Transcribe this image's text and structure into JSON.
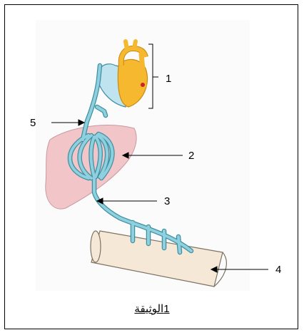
{
  "labels": {
    "l1": "1",
    "l2": "2",
    "l3": "3",
    "l4": "4",
    "l5": "5"
  },
  "caption": {
    "word": "الوثيقة",
    "number": "1"
  },
  "colors": {
    "vessel": "#8ed0dd",
    "vessel_outline": "#3f8fa3",
    "liver": "#f2c5c9",
    "intestine": "#f6e8d6",
    "heart_left": "#f5b82e",
    "heart_right": "#bfe3ef"
  }
}
